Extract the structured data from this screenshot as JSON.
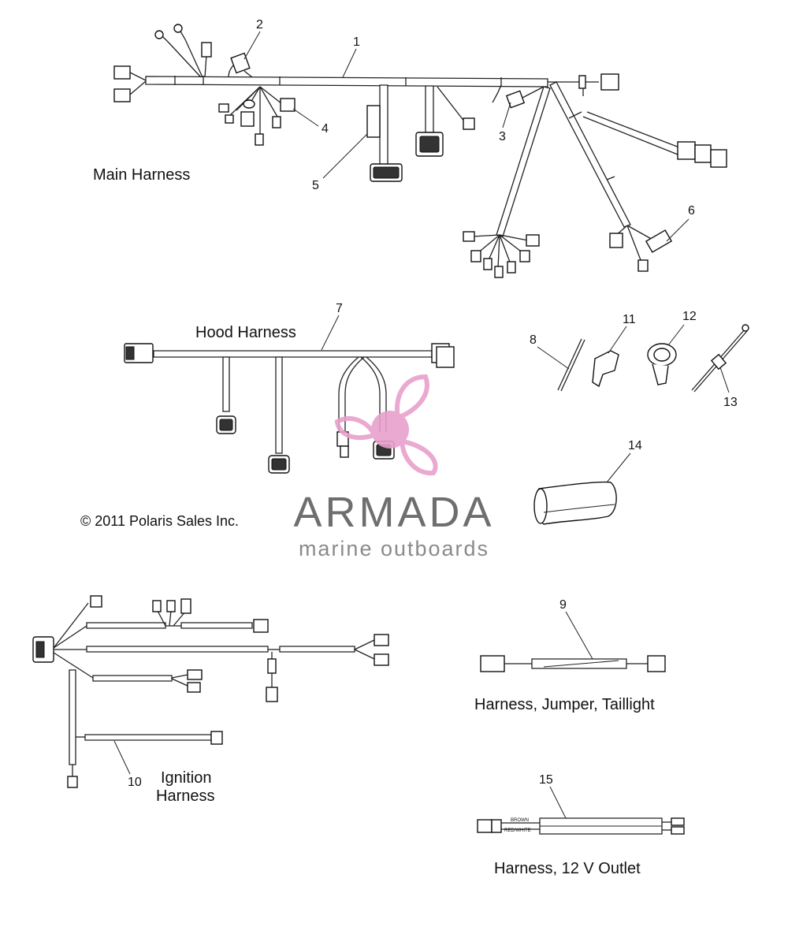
{
  "labels": {
    "main_harness": "Main Harness",
    "hood_harness": "Hood Harness",
    "ignition_line1": "Ignition",
    "ignition_line2": "Harness",
    "jumper_taillight": "Harness, Jumper, Taillight",
    "outlet_12v": "Harness, 12 V Outlet",
    "copyright": "© 2011 Polaris Sales Inc.",
    "wire_brown": "BROWN",
    "wire_red_white": "RED/WHITE"
  },
  "watermark": {
    "brand": "ARMADA",
    "tagline": "marine outboards",
    "brand_color": "#6e6e6e",
    "logo_color": "#e8a0cc"
  },
  "callouts": {
    "c1": "1",
    "c2": "2",
    "c3": "3",
    "c4": "4",
    "c5": "5",
    "c6": "6",
    "c7": "7",
    "c8": "8",
    "c9": "9",
    "c10": "10",
    "c11": "11",
    "c12": "12",
    "c13": "13",
    "c14": "14",
    "c15": "15"
  }
}
